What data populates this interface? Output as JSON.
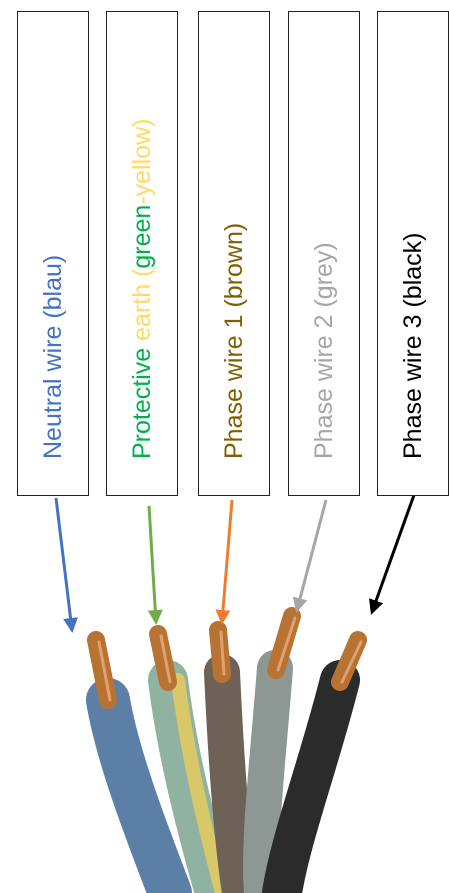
{
  "labels": [
    {
      "parts": [
        {
          "text": "Neutral wire (blau)",
          "color": "#4472c4"
        }
      ],
      "arrow_color": "#4472c4"
    },
    {
      "parts": [
        {
          "text": "Protective ",
          "color": "#00b050"
        },
        {
          "text": "earth",
          "color": "#ffd966"
        },
        {
          "text": " (",
          "color": "#ffd966"
        },
        {
          "text": "green",
          "color": "#00b050"
        },
        {
          "text": "-yellow)",
          "color": "#ffd966"
        }
      ],
      "arrow_color": "#70ad47"
    },
    {
      "parts": [
        {
          "text": "Phase wire 1 (brown)",
          "color": "#7f6000"
        }
      ],
      "arrow_color": "#ed7d31"
    },
    {
      "parts": [
        {
          "text": "Phase wire 2 (grey)",
          "color": "#a6a6a6"
        }
      ],
      "arrow_color": "#a6a6a6"
    },
    {
      "parts": [
        {
          "text": "Phase wire 3 (black)",
          "color": "#000000"
        }
      ],
      "arrow_color": "#000000"
    }
  ],
  "wires": [
    {
      "name": "blue",
      "insulation": "#5b7fa6",
      "stripe": ""
    },
    {
      "name": "green-yellow",
      "insulation": "#8fb3a0",
      "stripe": "#d8c86a"
    },
    {
      "name": "brown",
      "insulation": "#6e6257",
      "stripe": ""
    },
    {
      "name": "grey",
      "insulation": "#8d9794",
      "stripe": ""
    },
    {
      "name": "black",
      "insulation": "#2b2b2b",
      "stripe": ""
    }
  ],
  "copper_color": "#b87333"
}
